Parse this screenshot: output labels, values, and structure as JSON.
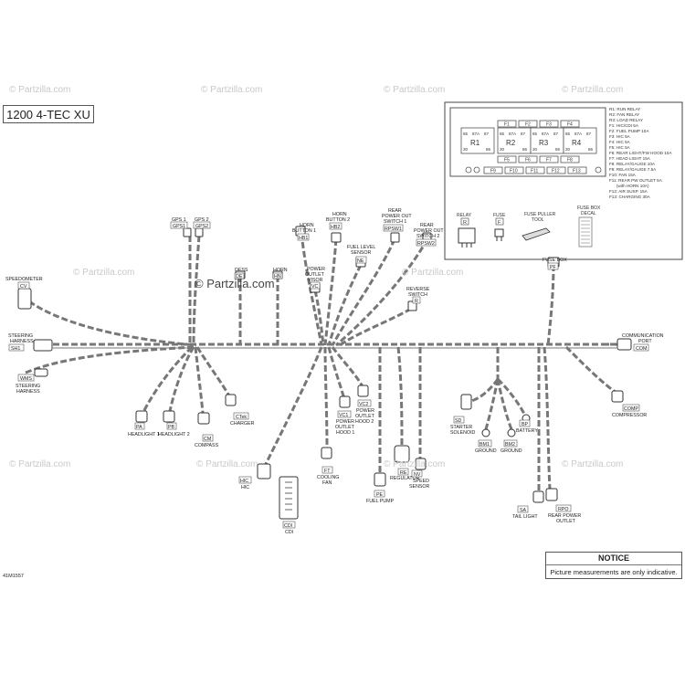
{
  "title": "1200 4-TEC XU",
  "document_number": "41M1557",
  "watermark": "© Partzilla.com",
  "notice": {
    "heading": "NOTICE",
    "text": "Picture measurements are only indicative."
  },
  "fuse_box": {
    "relays": [
      {
        "name": "R1",
        "t85": "85",
        "t87a": "87A",
        "t87": "87",
        "t30": "30",
        "t86": "86"
      },
      {
        "name": "R2",
        "t85": "85",
        "t87a": "87A",
        "t87": "87",
        "t30": "30",
        "t86": "86"
      },
      {
        "name": "R3",
        "t85": "85",
        "t87a": "87A",
        "t87": "87",
        "t30": "30",
        "t86": "86"
      },
      {
        "name": "R4",
        "t85": "85",
        "t87a": "87A",
        "t87": "87",
        "t30": "30",
        "t86": "86"
      }
    ],
    "top_fuses": [
      "F1",
      "F2",
      "F3",
      "F4"
    ],
    "mid_fuses": [
      "F5",
      "F6",
      "F7",
      "F8"
    ],
    "bottom_fuses": [
      "F9",
      "F10",
      "F11",
      "F12",
      "F13"
    ],
    "legend": [
      "R1: RUN RELAY",
      "R2: FAN RELAY",
      "R3: LOAD RELAY",
      "F1: HIC/CDI 5A",
      "F2: FUEL PUMP 10A",
      "F3: HIC 5A",
      "F4: HIC 5A",
      "F5: HIC 5A",
      "F6: REAR LIGHT/FW HOOD 10A",
      "F7: HEAD LIGHT 15A",
      "F8: RELAY/GAUGE 10A",
      "F9: RELAY/GAUGE 7.5A",
      "F10: FAN 15A",
      "F11: REAR PW OUTLET 5A",
      "(with HORN 10A)",
      "F12: AIR SUSP. 15A",
      "F13: CHARGING 30A"
    ],
    "relay_label": "RELAY",
    "relay_code": "R",
    "fuse_label": "FUSE",
    "fuse_code": "F",
    "puller_label": "FUSE PULLER",
    "puller_label2": "TOOL",
    "decal_label": "FUSE BOX",
    "decal_label2": "DECAL"
  },
  "connectors": {
    "fuse_box": {
      "name": "FUSE BOX",
      "code": "PF"
    },
    "gps1": {
      "name": "GPS 1",
      "code": "GPS1"
    },
    "gps2": {
      "name": "GPS 2",
      "code": "GPS2"
    },
    "horn_button1": {
      "name1": "HORN",
      "name2": "BUTTON 1",
      "code": "HB1"
    },
    "horn_button2": {
      "name1": "HORN",
      "name2": "BUTTON 2",
      "code": "HB2"
    },
    "rear_power_switch1": {
      "name1": "REAR",
      "name2": "POWER OUT",
      "name3": "SWITCH 1",
      "code": "RPSW1"
    },
    "rear_power_switch2": {
      "name1": "REAR",
      "name2": "POWER OUT",
      "name3": "SWITCH 2",
      "code": "RPSW2"
    },
    "fuel_level": {
      "name1": "FUEL LEVEL",
      "name2": "SENSOR",
      "code": "NE"
    },
    "dess": {
      "name": "DESS",
      "code": "DE"
    },
    "horn": {
      "name": "HORN",
      "code": "HN"
    },
    "power_outlet_visor": {
      "name1": "POWER",
      "name2": "OUTLET",
      "name3": "VISOR",
      "code": "VC"
    },
    "reverse_switch": {
      "name1": "REVERSE",
      "name2": "SWITCH",
      "code": "R"
    },
    "speedometer": {
      "name": "SPEEDOMETER",
      "code": "CV"
    },
    "steering_harness": {
      "name1": "STEERING",
      "name2": "HARNESS",
      "code": "SH1"
    },
    "wms": {
      "code": "WMS",
      "name1": "STEERING",
      "name2": "HARNESS"
    },
    "communication_port": {
      "name1": "COMMUNICATION",
      "name2": "PORT",
      "code": "COM"
    },
    "headlight1": {
      "code": "PA",
      "name": "HEADLIGHT 1"
    },
    "headlight2": {
      "code": "PB",
      "name": "HEADLIGHT 2"
    },
    "compass": {
      "code": "CM",
      "name": "COMPASS"
    },
    "charger": {
      "code": "CTek",
      "name": "CHARGER"
    },
    "power_outlet_hood1": {
      "code": "VC1",
      "name1": "POWER",
      "name2": "OUTLET",
      "name3": "HOOD 1"
    },
    "power_outlet_hood2": {
      "code": "VC2",
      "name1": "POWER",
      "name2": "OUTLET",
      "name3": "HOOD 2"
    },
    "starter_solenoid": {
      "code": "SD",
      "name1": "STARTER",
      "name2": "SOLENOID"
    },
    "battery": {
      "code": "BP",
      "name": "BATTERY"
    },
    "ground1": {
      "code": "BM1",
      "name": "GROUND"
    },
    "ground2": {
      "code": "BM2",
      "name": "GROUND"
    },
    "compressor": {
      "code": "COMP",
      "name": "COMPRESSOR"
    },
    "cooling_fan": {
      "code": "FT",
      "name1": "COOLING",
      "name2": "FAN"
    },
    "regulator": {
      "code": "RE",
      "name": "REGULATOR"
    },
    "speed_sensor": {
      "code": "NV",
      "name1": "SPEED",
      "name2": "SENSOR"
    },
    "fuel_pump": {
      "code": "PE",
      "name": "FUEL PUMP"
    },
    "hic": {
      "code": "HIC",
      "name": "HIC"
    },
    "cdi": {
      "code": "CDI",
      "name": "CDI"
    },
    "tail_light": {
      "code": "SA",
      "name": "TAIL LIGHT"
    },
    "rear_power_outlet": {
      "code": "RPO",
      "name1": "REAR POWER",
      "name2": "OUTLET"
    }
  }
}
